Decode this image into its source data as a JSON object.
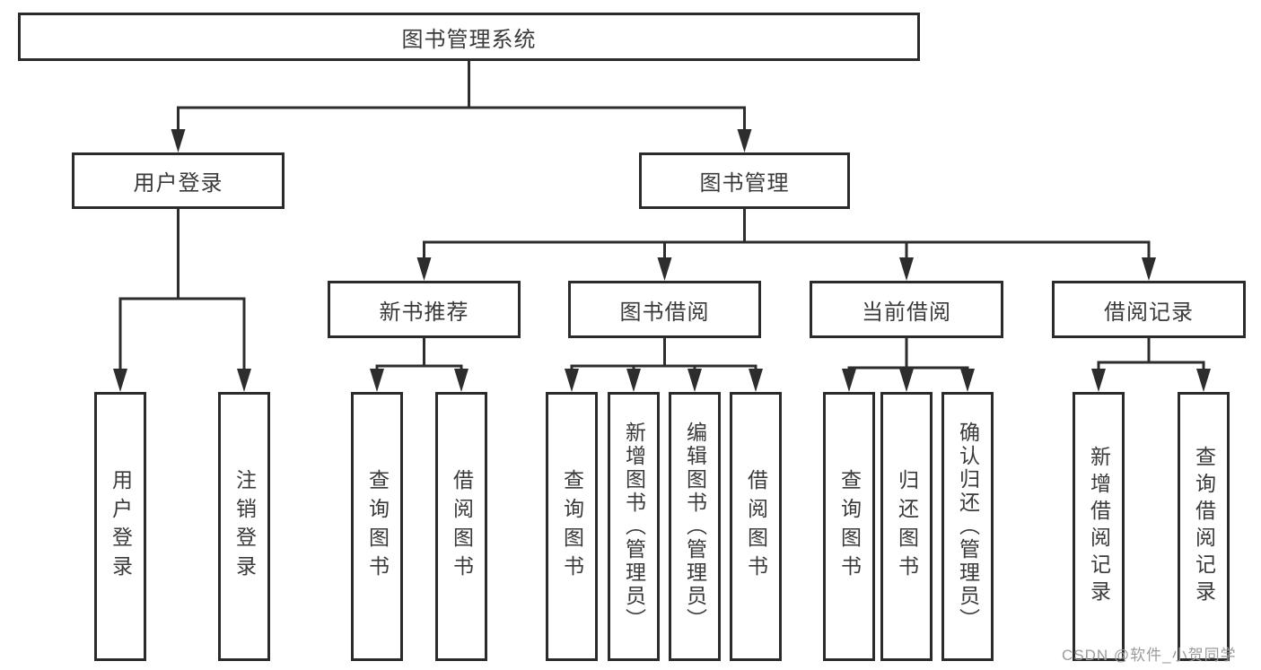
{
  "tree": {
    "label": "图书管理系统",
    "children": [
      {
        "label": "用户登录",
        "children": [
          {
            "label": "用户登录"
          },
          {
            "label": "注销登录"
          }
        ]
      },
      {
        "label": "图书管理",
        "children": [
          {
            "label": "新书推荐",
            "children": [
              {
                "label": "查询图书"
              },
              {
                "label": "借阅图书"
              }
            ]
          },
          {
            "label": "图书借阅",
            "children": [
              {
                "label": "查询图书"
              },
              {
                "label": "新增图书（管理员）"
              },
              {
                "label": "编辑图书（管理员）"
              },
              {
                "label": "借阅图书"
              }
            ]
          },
          {
            "label": "当前借阅",
            "children": [
              {
                "label": "查询图书"
              },
              {
                "label": "归还图书"
              },
              {
                "label": "确认归还（管理员）"
              }
            ]
          },
          {
            "label": "借阅记录",
            "children": [
              {
                "label": "新增借阅记录"
              },
              {
                "label": "查询借阅记录"
              }
            ]
          }
        ]
      }
    ]
  },
  "watermark": "CSDN @软件_小贺同学",
  "colors": {
    "line": "#2d2d2d",
    "box_border": "#2b2b2b",
    "text": "#3a3a3a",
    "watermark": "#9b9b9b",
    "background": "#ffffff"
  }
}
